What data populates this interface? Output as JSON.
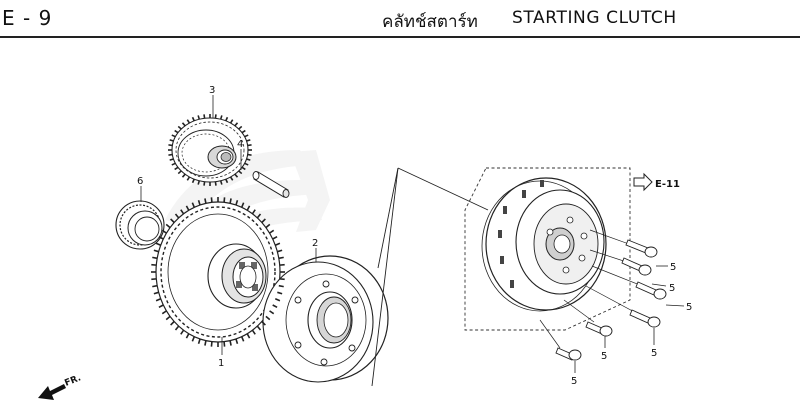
{
  "header": {
    "section_code": "E - 9",
    "title_thai": "คลัทช์สตาร์ท",
    "title_english": "STARTING CLUTCH"
  },
  "reference": {
    "label": "E-11"
  },
  "direction": {
    "label": "FR."
  },
  "callouts": {
    "gear_1": "1",
    "starting_clutch_2": "2",
    "idle_gear_3": "3",
    "shaft_4": "4",
    "bolt_5a": "5",
    "bolt_5b": "5",
    "bolt_5c": "5",
    "bolt_5d": "5",
    "bolt_5e": "5",
    "bolt_5f": "5",
    "needle_bearing_6": "6"
  }
}
